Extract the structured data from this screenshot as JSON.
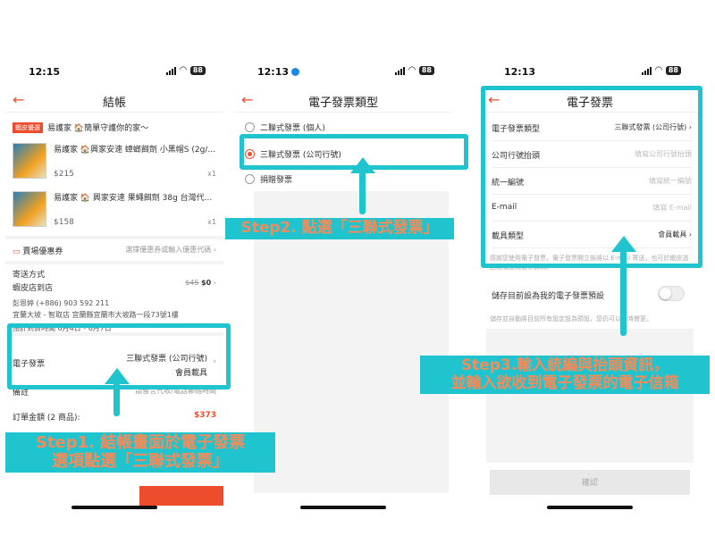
{
  "accent_color": "#ee4d2d",
  "highlight_color": "#20c4cf",
  "phone1": {
    "time": "12:15",
    "battery": "88",
    "title": "結帳",
    "store_tag": "蝦皮優選",
    "store_name": "易護家 🏠簡單守護你的家～",
    "products": [
      {
        "name": "易護家 🏠興家安速 蟑螂餌劑 小黑帽S (2g/...",
        "price": "$215",
        "qty": "x1"
      },
      {
        "name": "易護家 🏠 興家安速 果蠅餌劑 38g 台灣代...",
        "price": "$158",
        "qty": "x1"
      }
    ],
    "coupon_label": "賣場優惠券",
    "coupon_hint": "選擇優惠券或輸入優惠代碼",
    "shipping_label": "寄送方式",
    "shipping_method": "蝦皮店到店",
    "shipping_old": "$45",
    "shipping_new": "$0",
    "receiver": "彭恩婷 (+886) 903 592 211",
    "address": "宜蘭大坡 - 智取店 宜蘭縣宜蘭市大坡路一段73號1樓",
    "eta": "預計到貨時間 6月4日 - 6月7日",
    "invoice_label": "電子發票",
    "invoice_value": "三聯式發票 (公司行號)",
    "invoice_carrier": "會員載具",
    "note_label": "備註",
    "note_hint": "請留言代收/電話聯絡時間",
    "total_label": "訂單金額 (2 商品):",
    "total_value": "$373"
  },
  "phone2": {
    "time": "12:13",
    "battery": "88",
    "title": "電子發票類型",
    "options": [
      "二聯式發票 (個人)",
      "三聯式發票 (公司行號)",
      "捐贈發票"
    ]
  },
  "phone3": {
    "time": "12:13",
    "battery": "88",
    "title": "電子發票",
    "type_label": "電子發票類型",
    "type_value": "三聯式發票 (公司行號)",
    "company_label": "公司行號抬頭",
    "company_placeholder": "填寫公司行號抬頭",
    "tax_label": "統一編號",
    "tax_placeholder": "填寫統一編號",
    "email_label": "E-mail",
    "email_placeholder": "填寫 E-mail",
    "carrier_label": "載具類型",
    "carrier_value": "會員載具",
    "note1": "感謝您使用電子發票，電子發票開立後將以 E-mail 寄送，也可於蝦皮透過帳號查詢發票資訊。",
    "save_default_label": "儲存目前設為我的電子發票預設",
    "note2": "儲存並自動將目前所有設定設為預設，您仍可以隨時變更。",
    "confirm_label": "確認"
  },
  "captions": {
    "step1": [
      "Step1. 結帳畫面於電子發票",
      "選項點選「三聯式發票」"
    ],
    "step2": "Step2. 點選「三聯式發票」",
    "step3": [
      "Step3.輸入統編與抬頭資訊，",
      "並輸入欲收到電子發票的電子信箱"
    ]
  }
}
